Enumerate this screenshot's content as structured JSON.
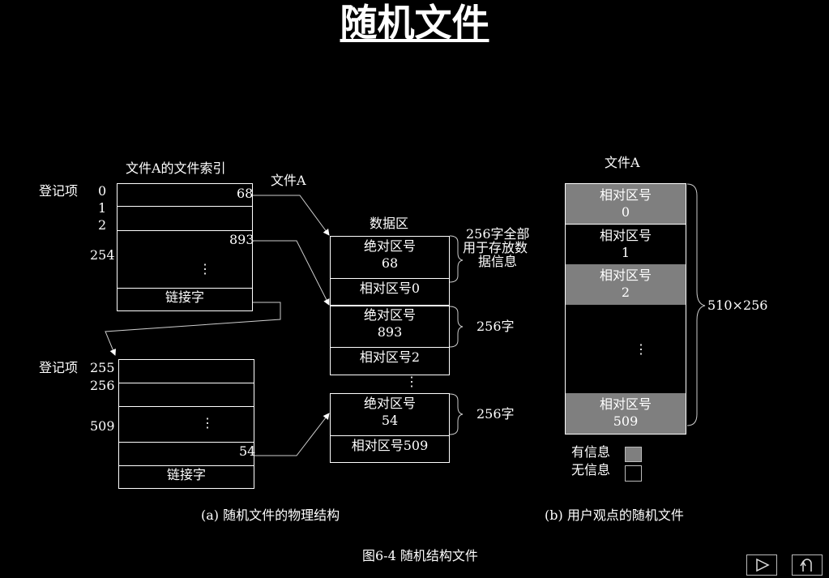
{
  "title": "随机文件",
  "physical": {
    "index_label": "文件A的文件索引",
    "file_label": "文件A",
    "entry_label_1": "登记项",
    "entry_label_2": "登记项",
    "index1_nums": [
      "0",
      "1",
      "2",
      "254"
    ],
    "index1_val_68": "68",
    "index1_val_893": "893",
    "index1_dots": "⋮",
    "link_word_1": "链接字",
    "index2_nums": [
      "255",
      "256",
      "509"
    ],
    "index2_dots": "⋮",
    "index2_val_54": "54",
    "link_word_2": "链接字",
    "data_area_label": "数据区",
    "blocks": [
      {
        "abs": "绝对区号",
        "abs_num": "68",
        "rel": "相对区号0"
      },
      {
        "abs": "绝对区号",
        "abs_num": "893",
        "rel": "相对区号2"
      },
      {
        "abs": "绝对区号",
        "abs_num": "54",
        "rel": "相对区号509"
      }
    ],
    "mid_dots": "⋮",
    "note_256_full": [
      "256字全部",
      "用于存放数",
      "据信息"
    ],
    "note_256_1": "256字",
    "note_256_2": "256字",
    "caption": "(a) 随机文件的物理结构"
  },
  "user_view": {
    "file_label": "文件A",
    "cells": [
      {
        "label": "相对区号",
        "num": "0",
        "has_info": true
      },
      {
        "label": "相对区号",
        "num": "1",
        "has_info": false
      },
      {
        "label": "相对区号",
        "num": "2",
        "has_info": true
      },
      {
        "label": "相对区号",
        "num": "509",
        "has_info": true
      }
    ],
    "dots": "⋮",
    "size_label": "510×256",
    "legend_has": "有信息",
    "legend_none": "无信息",
    "caption": "(b) 用户观点的随机文件"
  },
  "figure_caption": "图6-4  随机结构文件",
  "colors": {
    "background": "#000000",
    "foreground": "#ffffff",
    "filled": "#7f7f7f"
  },
  "nav_icons": [
    "play-icon",
    "return-icon"
  ]
}
